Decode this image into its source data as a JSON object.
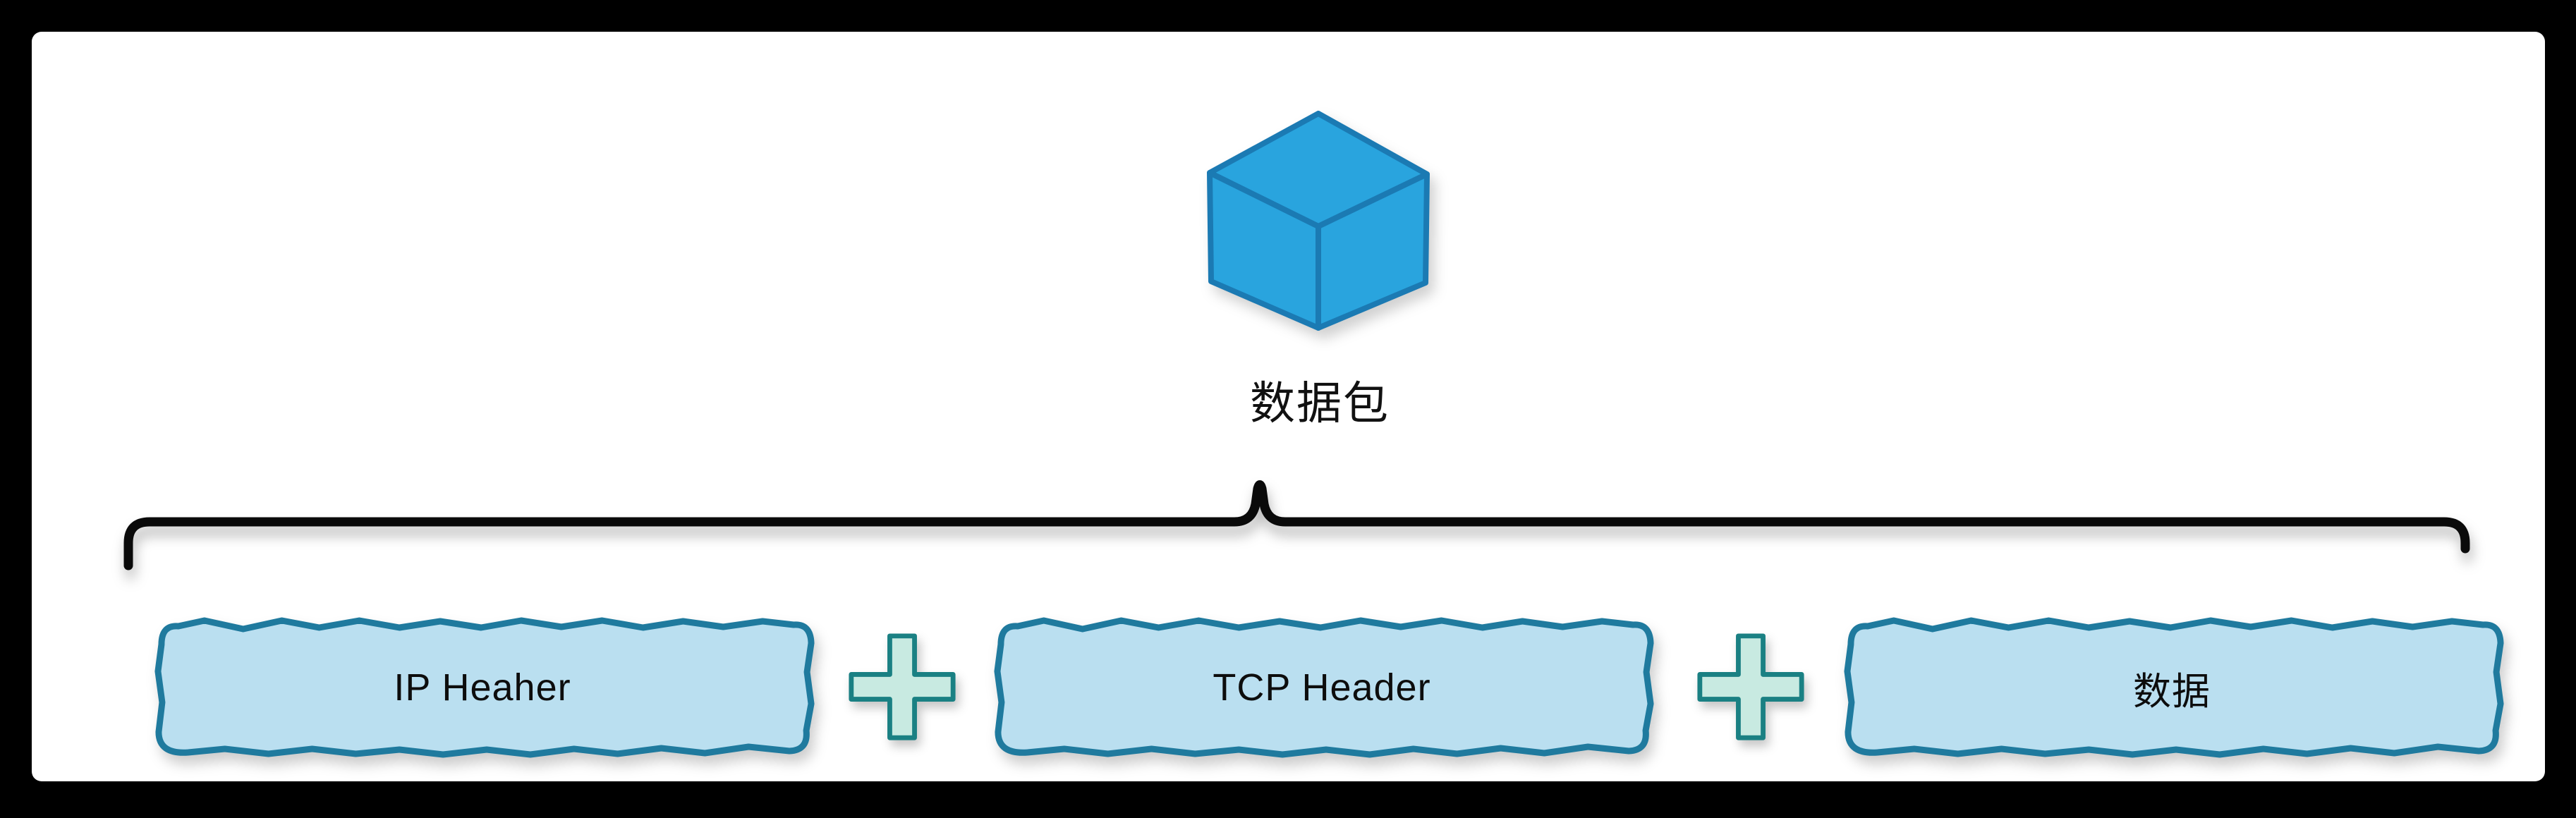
{
  "diagram": {
    "packet": {
      "label": "数据包",
      "icon": "cube-3d-icon"
    },
    "brace_icon": "curly-brace",
    "segments": [
      {
        "label": "IP Heaher"
      },
      {
        "label": "TCP Header"
      },
      {
        "label": "数据"
      }
    ],
    "separator_icon": "plus-icon"
  },
  "colors": {
    "frame": "#000000",
    "background": "#ffffff",
    "cube_fill": "#29a4de",
    "cube_edge": "#1b7ab3",
    "box_fill": "#badff0",
    "box_border": "#1f7a9e",
    "plus_fill": "#c8eae1",
    "plus_border": "#1a8083",
    "brace": "#0a0a0a",
    "text": "#111111"
  }
}
